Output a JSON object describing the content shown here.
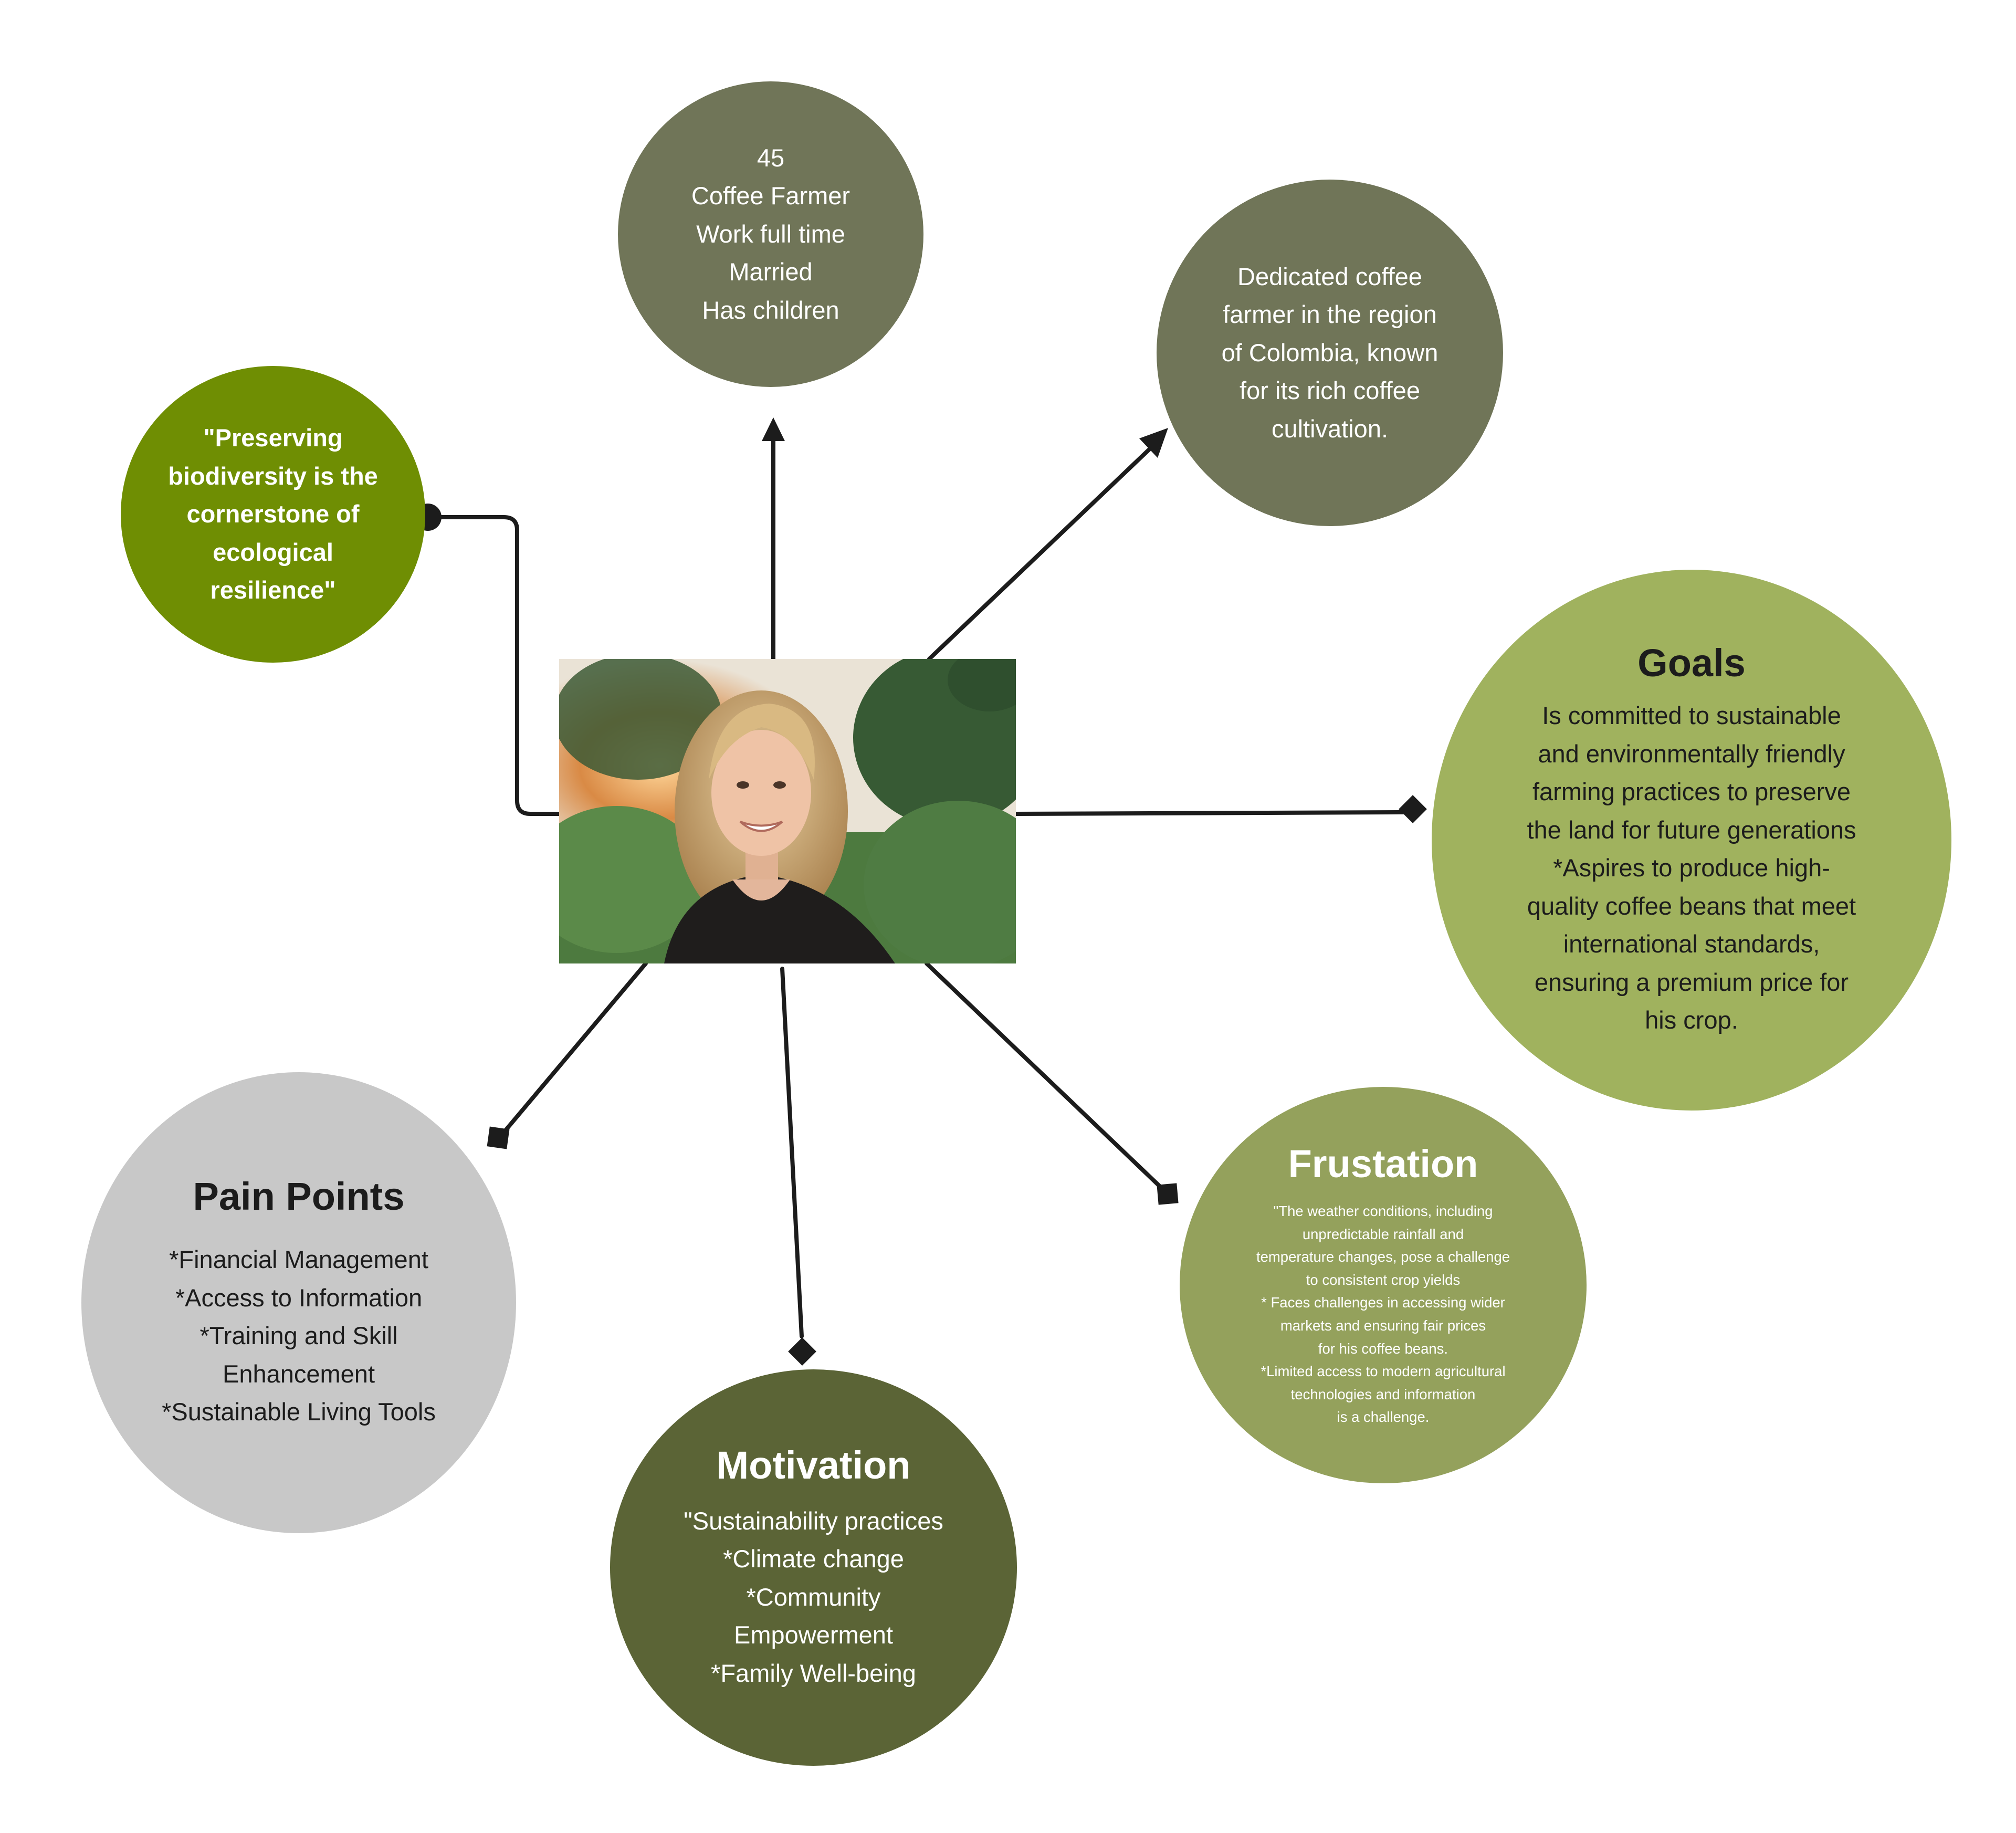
{
  "demographics": {
    "text": "45\nCoffee Farmer\nWork full time\nMarried\nHas children",
    "color": "#707558"
  },
  "bio": {
    "text": "Dedicated coffee\nfarmer in the region\nof Colombia, known\nfor its rich coffee\ncultivation.",
    "color": "#707558"
  },
  "quote": {
    "text": "\"Preserving\nbiodiversity is the\ncornerstone of\necological\nresilience\"",
    "color": "#6f8e03"
  },
  "goals": {
    "title": "Goals",
    "text": "Is committed to sustainable\nand environmentally friendly\nfarming practices to preserve\nthe land for future generations\n*Aspires to produce high-\nquality coffee beans that meet\ninternational standards,\nensuring a premium price for\nhis crop.",
    "color": "#a0b25e"
  },
  "pain_points": {
    "title": "Pain Points",
    "text": "*Financial Management\n*Access to Information\n*Training and Skill\nEnhancement\n*Sustainable Living Tools",
    "color": "#c8c8c8"
  },
  "frustration": {
    "title": "Frustation",
    "text": "\"The weather conditions, including\nunpredictable rainfall and\ntemperature changes, pose a challenge\nto consistent crop yields\n* Faces challenges in accessing wider\nmarkets and ensuring fair prices\nfor his coffee beans.\n*Limited access to modern agricultural\ntechnologies and information\nis a challenge.",
    "color": "#94a15c"
  },
  "motivation": {
    "title": "Motivation",
    "text": "\"Sustainability practices\n*Climate change\n*Community\nEmpowerment\n*Family Well-being",
    "color": "#5b6436"
  },
  "photo": {
    "alt": "persona-photo"
  }
}
